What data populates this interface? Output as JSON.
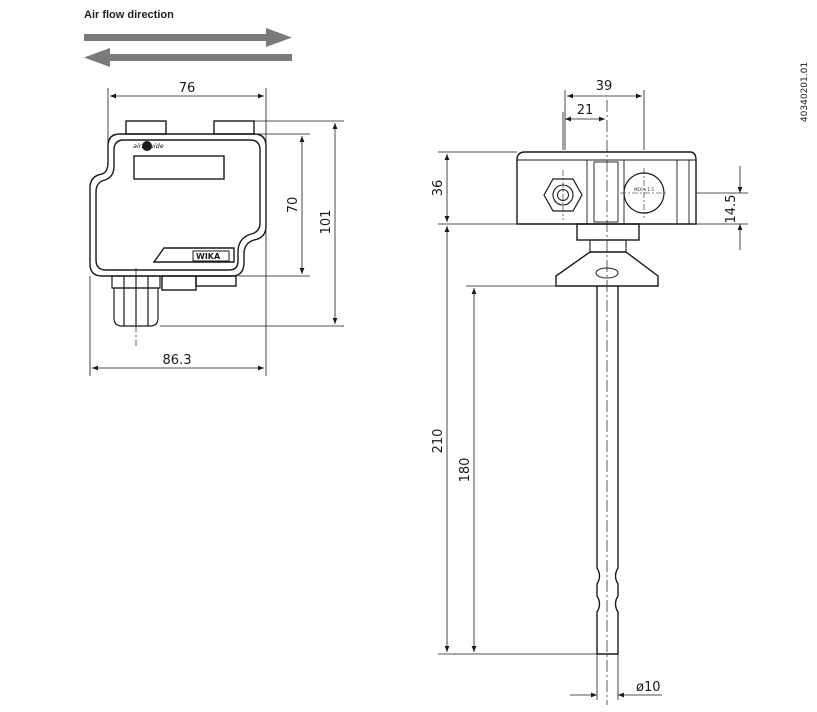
{
  "heading": "Air flow direction",
  "drawing_number": "40340201.01",
  "logo_text": "air2guide",
  "brand_label": "WIKA",
  "thread_label": "M16 x 1.5",
  "colors": {
    "line": "#1a1a1a",
    "arrow": "#7a7a7a",
    "background": "#ffffff"
  },
  "dimensions": {
    "housing_width": "76",
    "housing_body_height": "70",
    "housing_total_height": "101",
    "housing_total_width": "86.3",
    "probe_head_width": "39",
    "probe_offset": "21",
    "probe_head_height": "36",
    "probe_port_height": "14.5",
    "probe_total_length": "210",
    "probe_insert_length": "180",
    "probe_diameter": "ø10"
  }
}
